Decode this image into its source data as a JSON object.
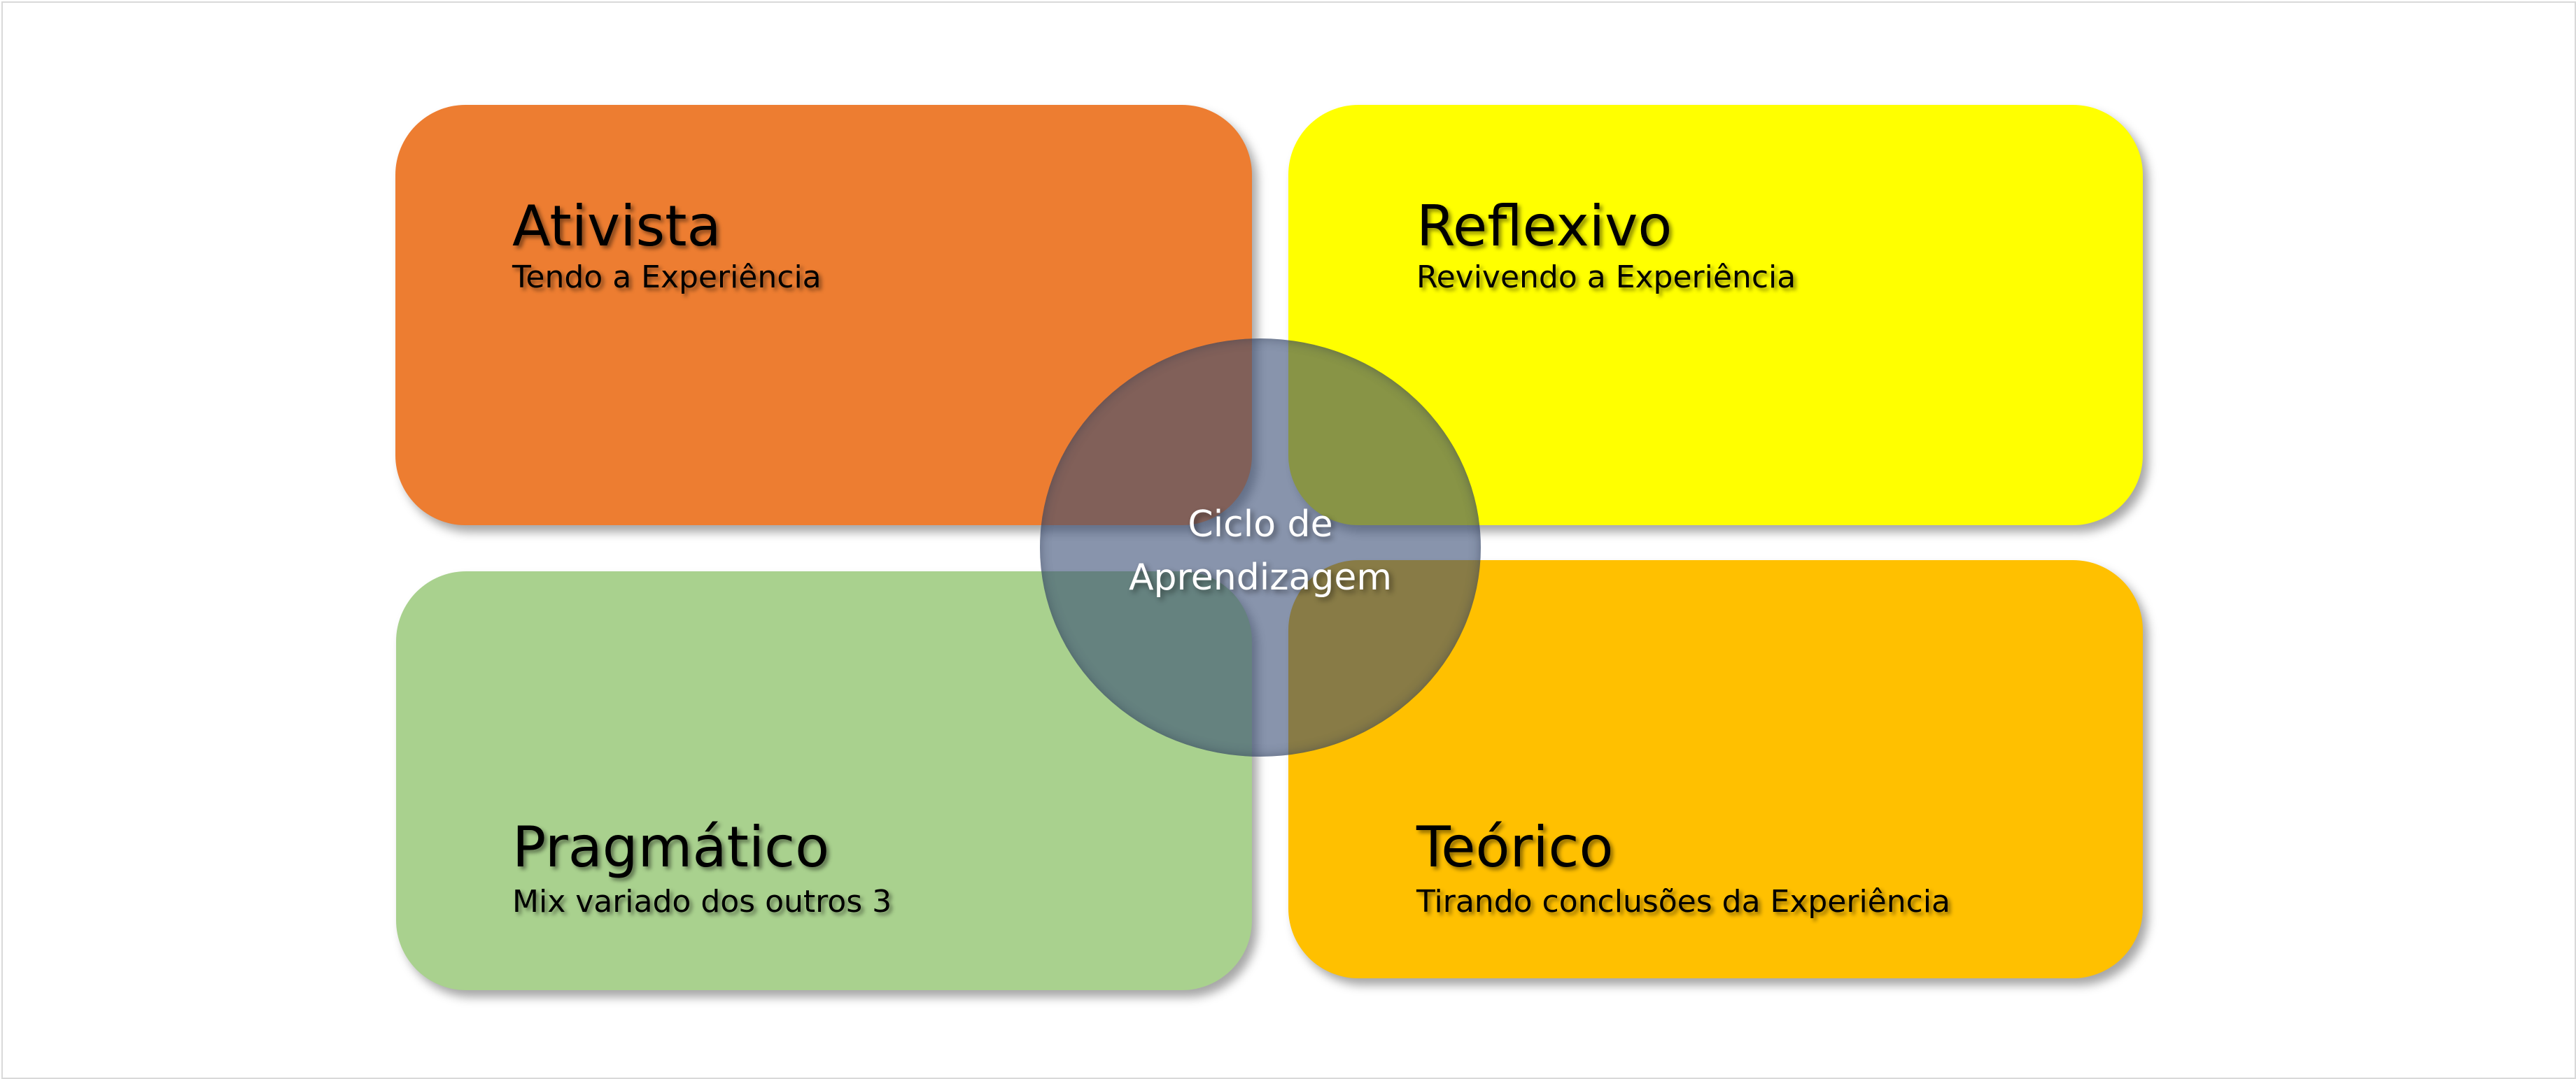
{
  "quadrants": [
    {
      "title": "Ativista",
      "subtitle": "Tendo a Experiência",
      "color": "#ED7D31"
    },
    {
      "title": "Reflexivo",
      "subtitle": "Revivendo a Experiência",
      "color": "#FFFF00"
    },
    {
      "title": "Pragmático",
      "subtitle": "Mix variado dos outros 3",
      "color": "#A9D18E"
    },
    {
      "title": "Teórico",
      "subtitle": "Tirando conclusões da Experiência",
      "color": "#FFC000"
    }
  ],
  "center": {
    "line1": "Ciclo de",
    "line2": "Aprendizagem",
    "color": "#8894AC"
  }
}
